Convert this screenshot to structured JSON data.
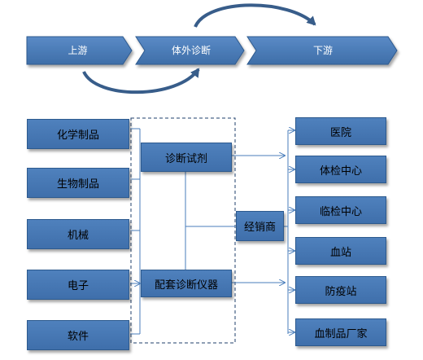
{
  "colors": {
    "box_fill": "#4f81bd",
    "box_border": "#2d5a8e",
    "arrow_fill": "#4a7ebb",
    "connector": "#4a7ebb",
    "curve_arrow": "#385d8a",
    "dashed_border": "#1f3f6b"
  },
  "stages": {
    "upstream": "上游",
    "ivd": "体外诊断",
    "downstream": "下游"
  },
  "suppliers": {
    "chemical": "化学制品",
    "biological": "生物制品",
    "machinery": "机械",
    "electronics": "电子",
    "software": "软件"
  },
  "products": {
    "reagent": "诊断试剂",
    "instrument": "配套诊断仪器"
  },
  "distributor": "经销商",
  "customers": {
    "hospital": "医院",
    "health_check": "体检中心",
    "clinical_lab": "临检中心",
    "blood_station": "血站",
    "epidemic_station": "防疫站",
    "blood_products": "血制品厂家"
  }
}
